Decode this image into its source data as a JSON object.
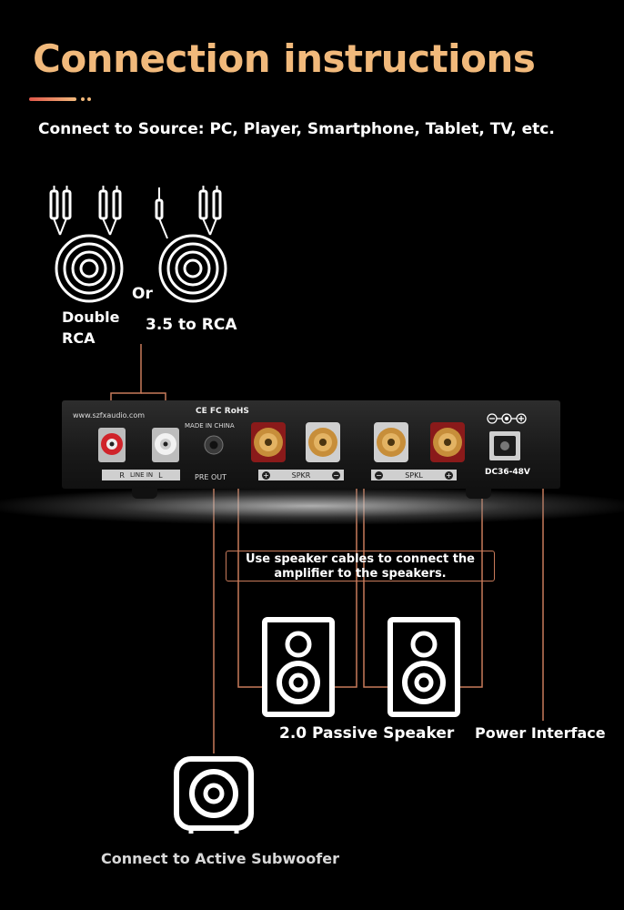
{
  "title": "Connection instructions",
  "subtitle": "Connect to Source: PC, Player, Smartphone, Tablet, TV, etc.",
  "cables": {
    "or_label": "Or",
    "double_rca_line1": "Double",
    "double_rca_line2": "RCA",
    "mini_to_rca": "3.5 to RCA"
  },
  "amp_panel": {
    "url": "www.szfxaudio.com",
    "cert_marks": "CE FC RoHS",
    "made_in": "MADE IN CHINA",
    "line_in_r": "R",
    "line_in_label": "LINE IN",
    "line_in_l": "L",
    "pre_out": "PRE OUT",
    "spkr_label": "SPKR",
    "spkl_label": "SPKL",
    "power_spec": "DC36-48V",
    "plus": "+",
    "minus": "−"
  },
  "callout_line1": "Use speaker cables to connect the",
  "callout_line2": "amplifier to the speakers.",
  "passive_speaker_label": "2.0 Passive Speaker",
  "power_interface_label": "Power Interface",
  "subwoofer_label": "Connect to Active Subwoofer",
  "colors": {
    "accent": "#f1b97b",
    "line": "#c87a5a",
    "rca_red": "#d0232a"
  }
}
